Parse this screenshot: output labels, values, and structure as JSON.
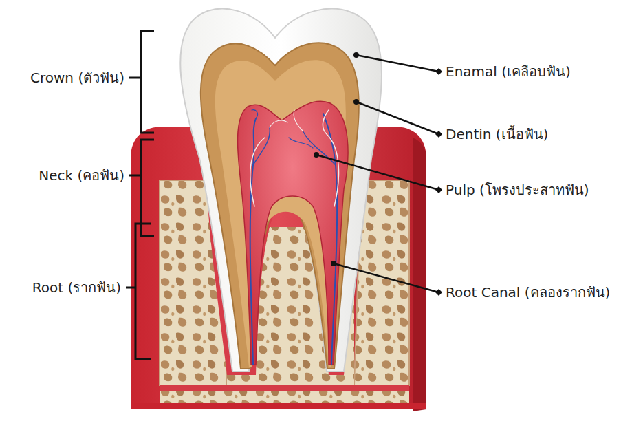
{
  "diagram": {
    "labels": [
      "Crown (ตัวฟัน)",
      "Neck (คอฟัน)",
      "Root (รากฟัน)",
      "Enamal (เคลือบฟัน)",
      "Dentin (เนื้อฟัน)",
      "Pulp (โพรงประสาทฟัน)",
      "Root Canal (คลองรากฟัน)"
    ]
  }
}
